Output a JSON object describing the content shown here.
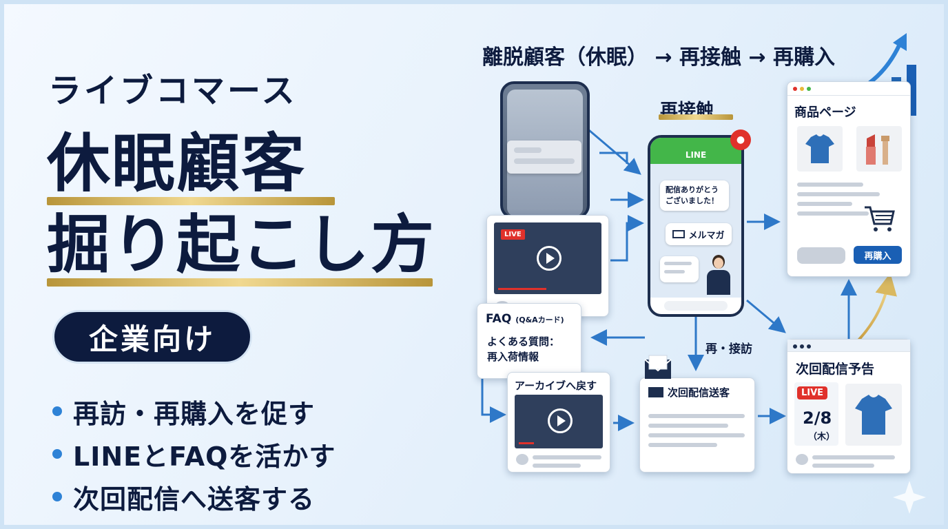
{
  "headline": {
    "top": "ライブコマース",
    "line1": "休眠顧客",
    "line2": "掘り起こし方"
  },
  "badge": "企業向け",
  "bullets": [
    "再訪・再購入を促す",
    "LINEとFAQを活かす",
    "次回配信へ送客する"
  ],
  "flow": {
    "title": "離脱顧客（休眠） → 再接触 → 再購入",
    "recontact_label": "再接触",
    "revisit_label": "再・接訪",
    "line_app": {
      "header": "LINE",
      "message1": "配信ありがとうございました！",
      "message1_line1": "配信ありがとう",
      "message1_line2": "ございました！",
      "newsletter": "メルマガ"
    },
    "video_live_tag": "LIVE",
    "faq": {
      "title": "FAQ",
      "title_sub": "(Q&Aカード)",
      "body_line1": "よくある質問：",
      "body_line2": "再入荷情報"
    },
    "archive_label": "アーカイブへ戻す",
    "product_page": {
      "title": "商品ページ",
      "rebuy_button": "再購入"
    },
    "next_send_label": "次回配信送客",
    "next_preview": {
      "title": "次回配信予告",
      "live": "LIVE",
      "date": "2/8",
      "weekday": "（木）"
    }
  },
  "colors": {
    "navy": "#0d1b3e",
    "accent_blue": "#2e82d6",
    "gold": "#d9b860",
    "line_green": "#43b649",
    "live_red": "#e0312b"
  },
  "icons": [
    "play-icon",
    "mail-icon",
    "bell-icon",
    "cart-icon",
    "tshirt-icon",
    "lipstick-icon",
    "growth-chart-icon",
    "envelope-icon"
  ]
}
